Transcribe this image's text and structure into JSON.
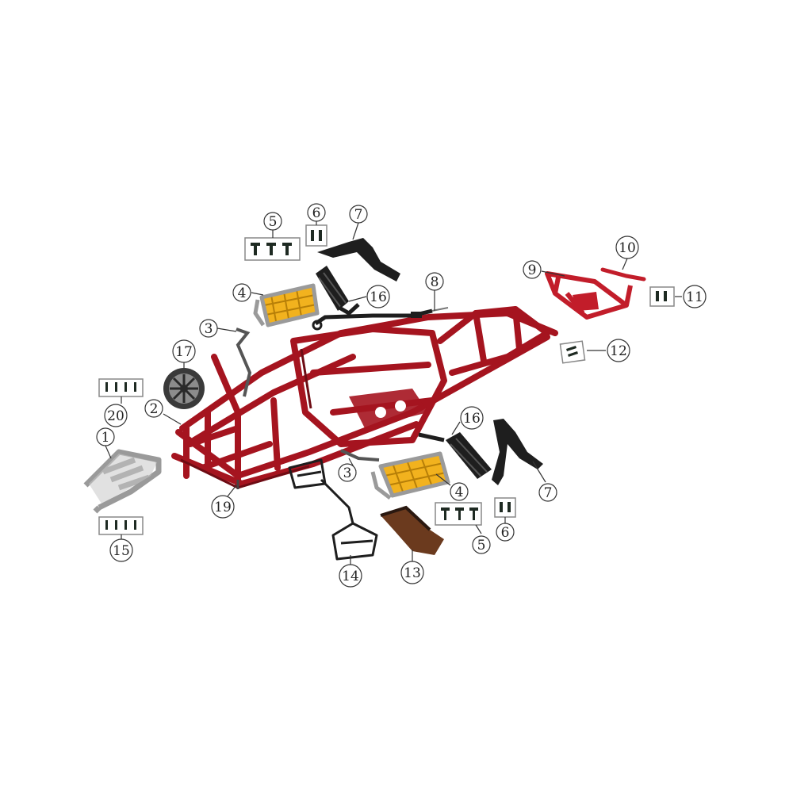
{
  "callouts": [
    {
      "id": "c1",
      "number": "1"
    },
    {
      "id": "c2",
      "number": "2"
    },
    {
      "id": "c3a",
      "number": "3"
    },
    {
      "id": "c3b",
      "number": "3"
    },
    {
      "id": "c4a",
      "number": "4"
    },
    {
      "id": "c4b",
      "number": "4"
    },
    {
      "id": "c5a",
      "number": "5"
    },
    {
      "id": "c5b",
      "number": "5"
    },
    {
      "id": "c6a",
      "number": "6"
    },
    {
      "id": "c6b",
      "number": "6"
    },
    {
      "id": "c7a",
      "number": "7"
    },
    {
      "id": "c7b",
      "number": "7"
    },
    {
      "id": "c8",
      "number": "8"
    },
    {
      "id": "c9",
      "number": "9"
    },
    {
      "id": "c10",
      "number": "10"
    },
    {
      "id": "c11",
      "number": "11"
    },
    {
      "id": "c12",
      "number": "12"
    },
    {
      "id": "c13",
      "number": "13"
    },
    {
      "id": "c14",
      "number": "14"
    },
    {
      "id": "c15",
      "number": "15"
    },
    {
      "id": "c16a",
      "number": "16"
    },
    {
      "id": "c16b",
      "number": "16"
    },
    {
      "id": "c17",
      "number": "17"
    },
    {
      "id": "c19",
      "number": "19"
    },
    {
      "id": "c20",
      "number": "20"
    }
  ],
  "colors": {
    "frame": "#a5141f",
    "frame_dark": "#6e0c14",
    "steel": "#9a9a9a",
    "black_part": "#1e1e1e",
    "seat_net": "#f2b21e",
    "guard": "#6b3a1e"
  }
}
